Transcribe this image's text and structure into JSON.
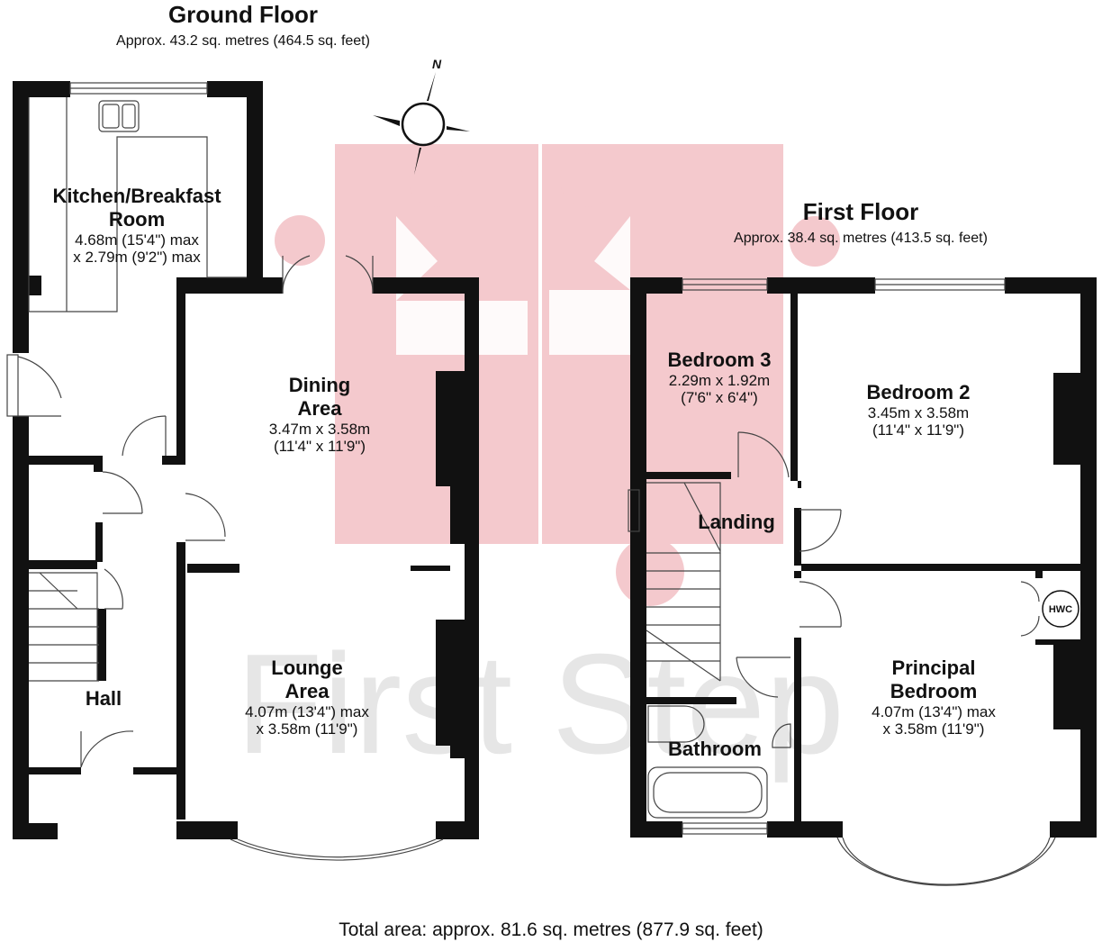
{
  "ground_floor": {
    "title": "Ground Floor",
    "area": "Approx. 43.2 sq. metres (464.5 sq. feet)",
    "rooms": {
      "kitchen": {
        "name_line1": "Kitchen/Breakfast",
        "name_line2": "Room",
        "dim_line1": "4.68m (15'4\") max",
        "dim_line2": "x 2.79m (9'2\") max"
      },
      "dining": {
        "name_line1": "Dining",
        "name_line2": "Area",
        "dim_line1": "3.47m x 3.58m",
        "dim_line2": "(11'4\" x 11'9\")"
      },
      "lounge": {
        "name_line1": "Lounge",
        "name_line2": "Area",
        "dim_line1": "4.07m (13'4\") max",
        "dim_line2": "x 3.58m (11'9\")"
      },
      "hall": {
        "name": "Hall"
      }
    }
  },
  "first_floor": {
    "title": "First Floor",
    "area": "Approx. 38.4 sq. metres (413.5 sq. feet)",
    "rooms": {
      "bedroom3": {
        "name": "Bedroom 3",
        "dim_line1": "2.29m x 1.92m",
        "dim_line2": "(7'6\" x 6'4\")"
      },
      "bedroom2": {
        "name": "Bedroom 2",
        "dim_line1": "3.45m x 3.58m",
        "dim_line2": "(11'4\" x 11'9\")"
      },
      "landing": {
        "name": "Landing"
      },
      "bathroom": {
        "name": "Bathroom"
      },
      "principal": {
        "name_line1": "Principal",
        "name_line2": "Bedroom",
        "dim_line1": "4.07m (13'4\") max",
        "dim_line2": "x 3.58m (11'9\")"
      },
      "hwc": "HWC"
    }
  },
  "compass_label": "N",
  "watermark_text": "First Step",
  "total_area": "Total area: approx. 81.6 sq. metres (877.9 sq. feet)",
  "colors": {
    "wall": "#111111",
    "logo": "#f4c9cd",
    "watermark_text": "#e6e6e6"
  }
}
